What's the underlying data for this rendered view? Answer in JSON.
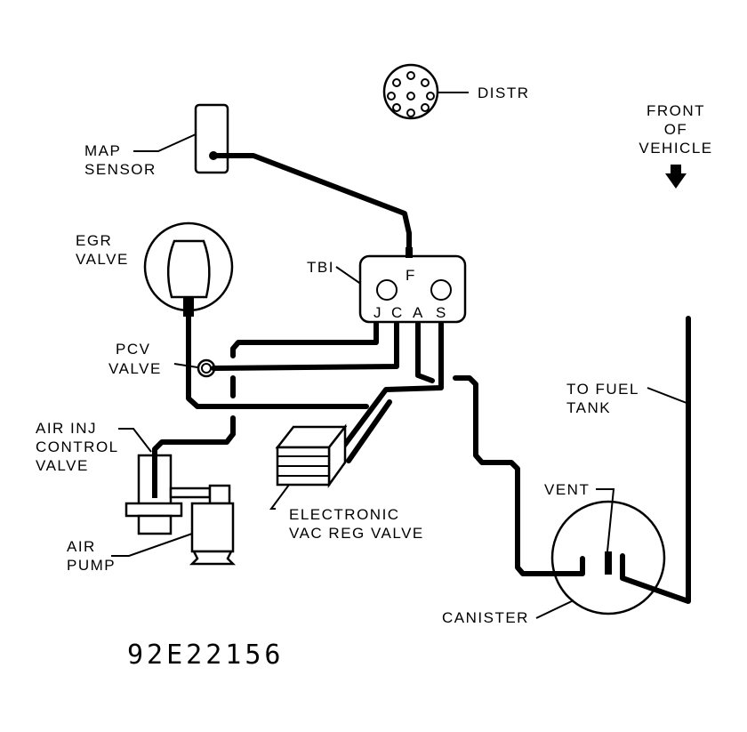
{
  "diagram": {
    "figure_id": "92E22156",
    "labels": {
      "map_sensor": [
        "MAP",
        "SENSOR"
      ],
      "distr": "DISTR",
      "front_of_vehicle": [
        "FRONT",
        "OF",
        "VEHICLE"
      ],
      "egr_valve": [
        "EGR",
        "VALVE"
      ],
      "tbi": "TBI",
      "pcv_valve": [
        "PCV",
        "VALVE"
      ],
      "air_inj_control_valve": [
        "AIR INJ",
        "CONTROL",
        "VALVE"
      ],
      "air_pump": [
        "AIR",
        "PUMP"
      ],
      "electronic_vac_reg_valve": [
        "ELECTRONIC",
        "VAC REG VALVE"
      ],
      "to_fuel_tank": [
        "TO FUEL",
        "TANK"
      ],
      "vent": "VENT",
      "canister": "CANISTER"
    },
    "tbi_ports": {
      "top": "F",
      "bottom": [
        "J",
        "C",
        "A",
        "S"
      ]
    },
    "colors": {
      "ink": "#000000",
      "paper": "#ffffff"
    }
  }
}
